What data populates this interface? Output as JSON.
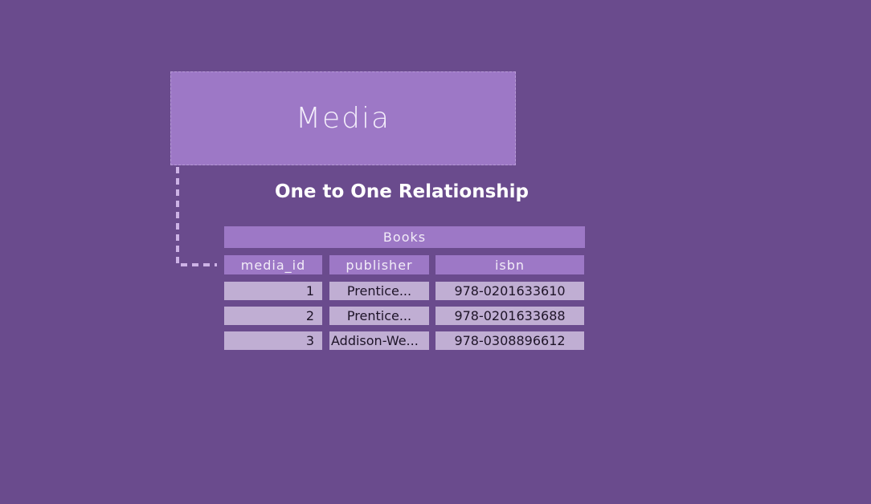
{
  "diagram": {
    "entity": "Media",
    "relationship_label": "One to One Relationship",
    "table": {
      "title": "Books",
      "columns": [
        "media_id",
        "publisher",
        "isbn"
      ],
      "rows": [
        {
          "media_id": "1",
          "publisher": "Prentice...",
          "isbn": "978-0201633610"
        },
        {
          "media_id": "2",
          "publisher": "Prentice...",
          "isbn": "978-0201633688"
        },
        {
          "media_id": "3",
          "publisher": "Addison-We...",
          "isbn": "978-0308896612"
        }
      ]
    },
    "colors": {
      "background": "#6a4b8d",
      "entity_fill": "#9d78c6",
      "cell_fill": "#c0aed3",
      "connector": "#cdb3e6"
    }
  }
}
